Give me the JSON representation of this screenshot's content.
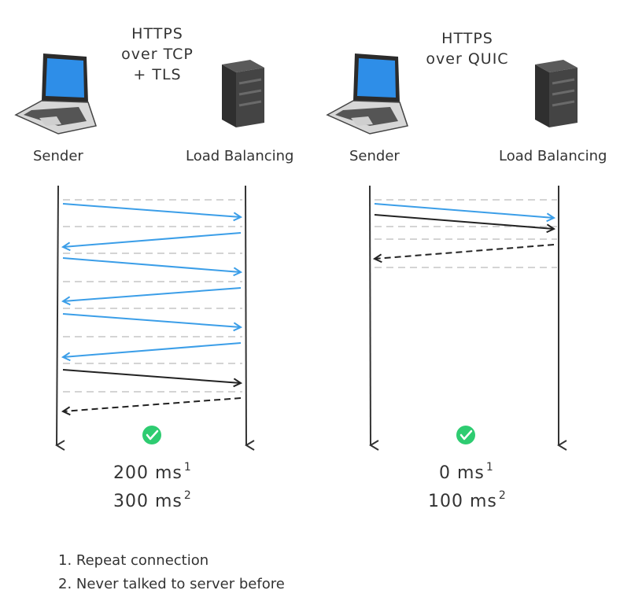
{
  "left_panel": {
    "title_lines": [
      "HTTPS",
      "over TCP",
      "+ TLS"
    ],
    "sender_label": "Sender",
    "receiver_label": "Load Balancing",
    "latency_repeat": "200 ms",
    "latency_repeat_ref": "1",
    "latency_new": "300 ms",
    "latency_new_ref": "2"
  },
  "right_panel": {
    "title_lines": [
      "HTTPS",
      "over QUIC"
    ],
    "sender_label": "Sender",
    "receiver_label": "Load Balancing",
    "latency_repeat": "0 ms",
    "latency_repeat_ref": "1",
    "latency_new": "100 ms",
    "latency_new_ref": "2"
  },
  "footnotes": [
    "1. Repeat connection",
    "2. Never talked to server before"
  ],
  "colors": {
    "handshake_arrow": "#3b9ee8",
    "data_arrow": "#222222",
    "response_arrow": "#222222",
    "check": "#2ecc71",
    "laptop_screen": "#2e8ee8",
    "server": "#3a3a3a",
    "grid_dash": "#d4d4d4"
  },
  "icons": {
    "sender": "laptop-icon",
    "receiver": "server-icon",
    "status": "check-circle-icon"
  }
}
